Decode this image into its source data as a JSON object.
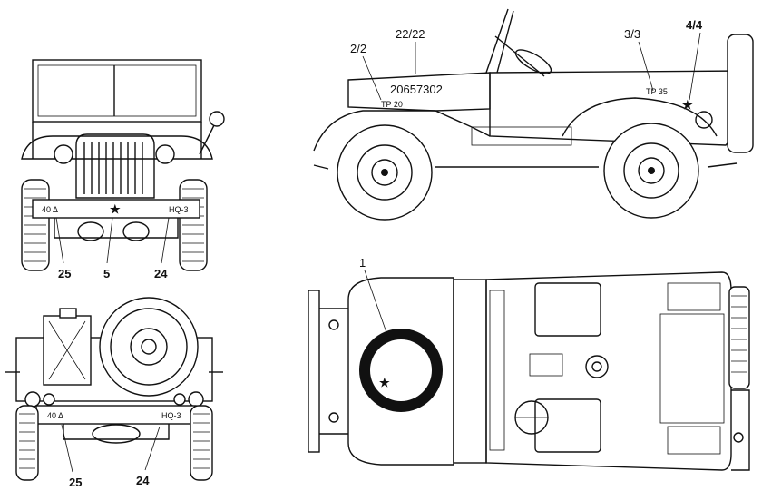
{
  "front_view": {
    "plate_left": "40 Δ",
    "plate_right": "HQ-3",
    "callouts": [
      "25",
      "5",
      "24"
    ]
  },
  "rear_view": {
    "plate_left": "40 Δ",
    "plate_right": "HQ-3",
    "callouts": [
      "25",
      "24"
    ]
  },
  "side_view": {
    "hood_number": "20657302",
    "callouts": [
      "2/2",
      "22/22",
      "3/3",
      "4/4"
    ],
    "small_marks": [
      "TP 35",
      "TP 20"
    ]
  },
  "top_view": {
    "callouts": [
      "1"
    ]
  }
}
